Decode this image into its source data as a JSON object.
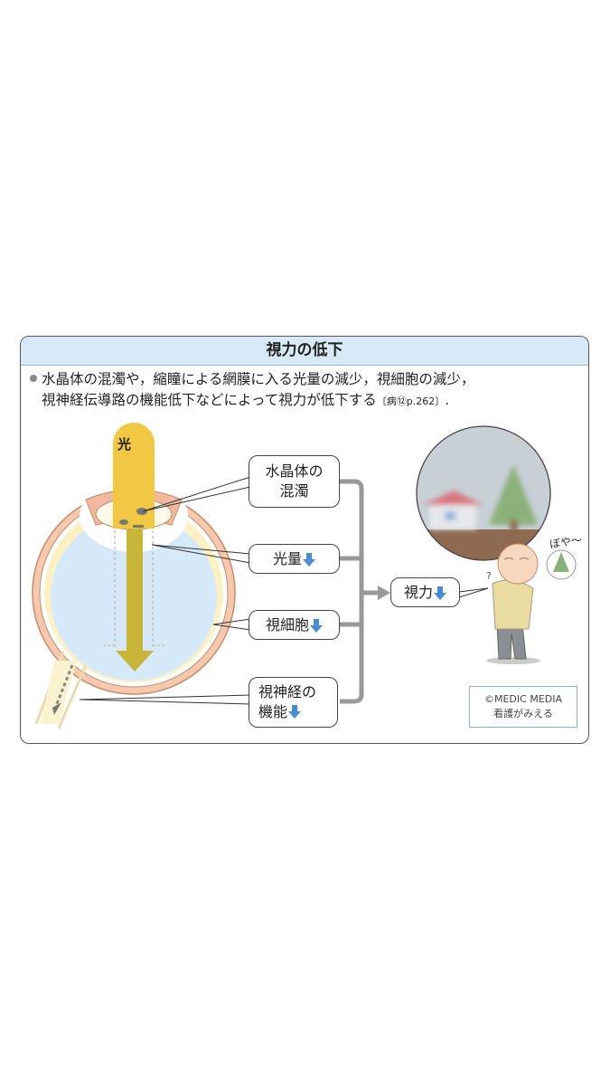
{
  "title": "視力の低下",
  "description": {
    "line1": "水晶体の混濁や，縮瞳による網膜に入る光量の減少，視細胞の減少，",
    "line2": "視神経伝導路の機能低下などによって視力が低下する",
    "reference": "〔病⑫p.262〕",
    "end": "."
  },
  "diagram": {
    "light_label": "光",
    "labels": {
      "lens_line1": "水晶体の",
      "lens_line2": "混濁",
      "light_amount": "光量",
      "photoreceptor": "視細胞",
      "nerve_line1": "視神経の",
      "nerve_line2": "機能",
      "vision": "視力"
    },
    "blur_sound": "ぼや～",
    "down_arrow_color": "#4a8cd0"
  },
  "credit": {
    "line1": "©MEDIC MEDIA",
    "line2": "看護がみえる"
  }
}
